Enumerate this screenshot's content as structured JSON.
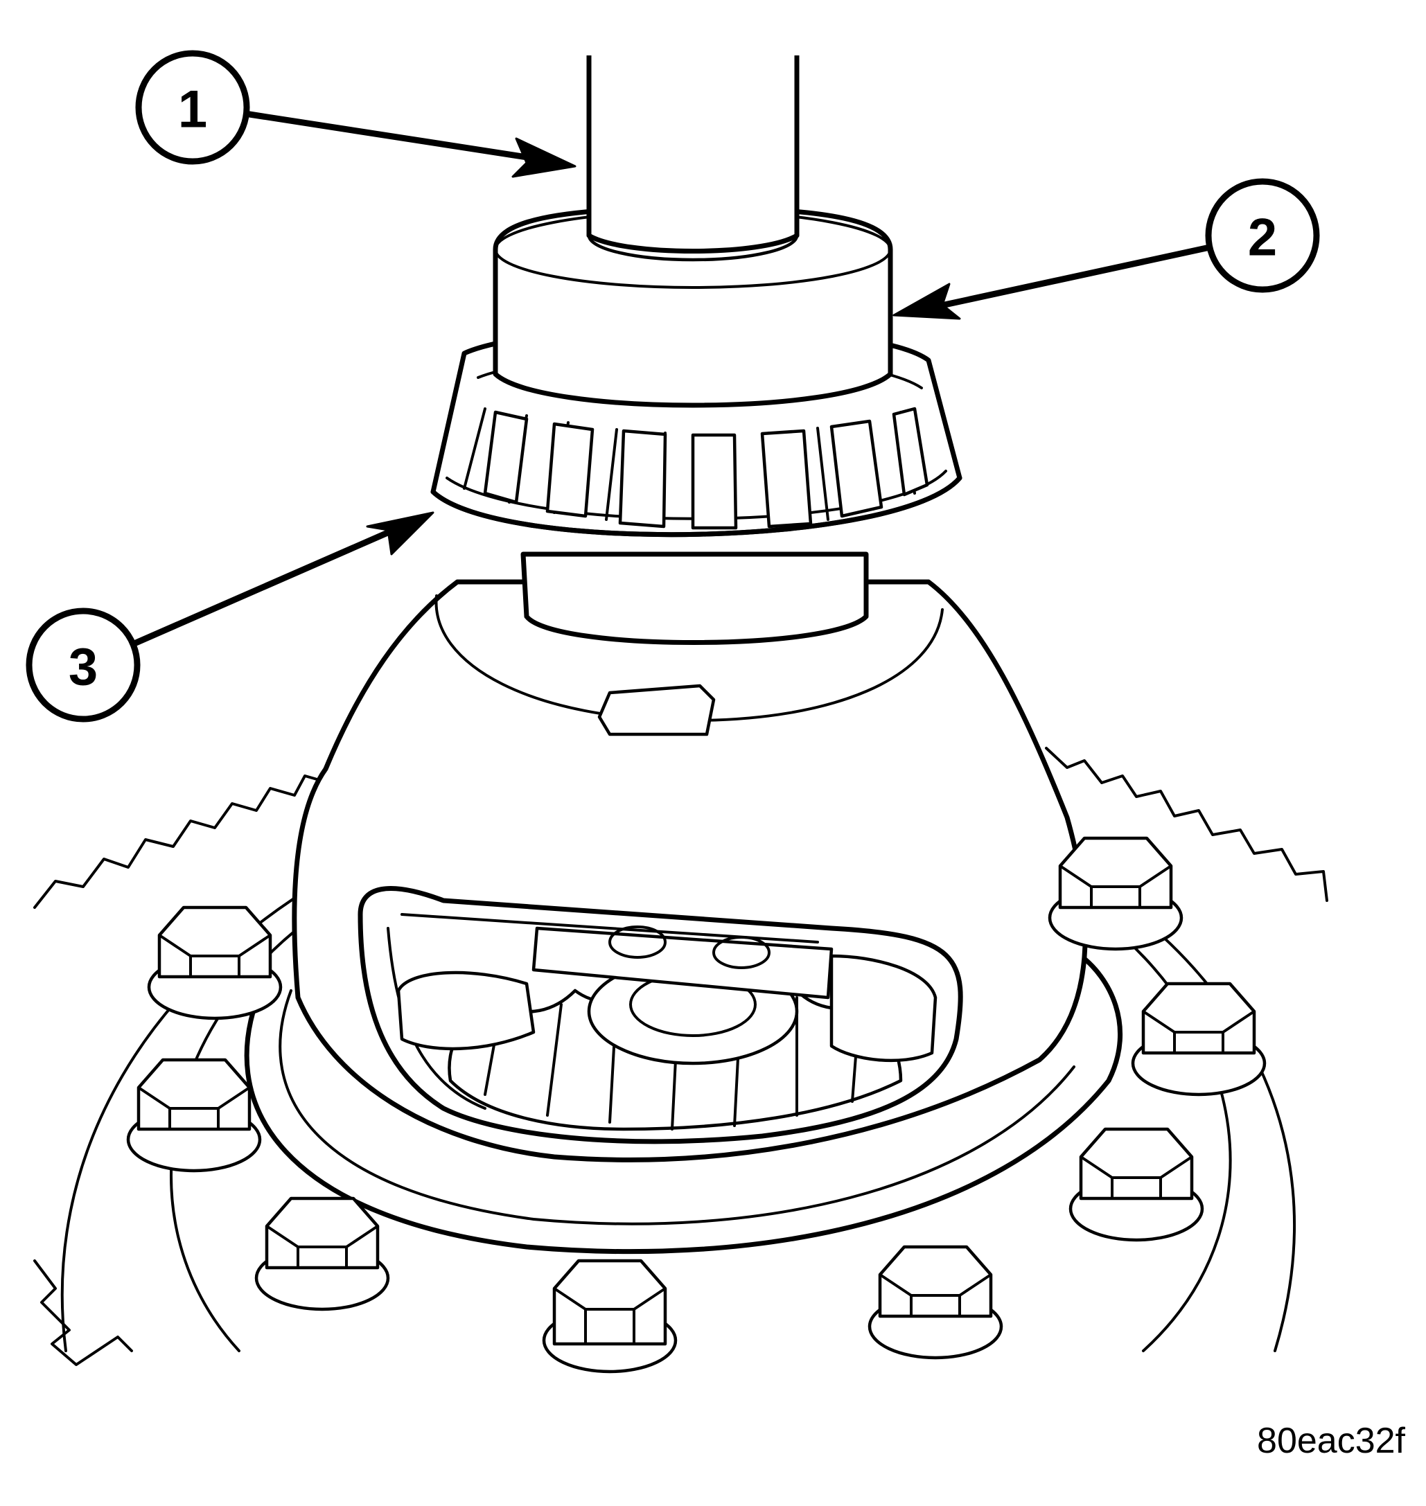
{
  "diagram": {
    "callouts": [
      {
        "id": "1",
        "label": "1"
      },
      {
        "id": "2",
        "label": "2"
      },
      {
        "id": "3",
        "label": "3"
      }
    ],
    "figure_id": "80eac32f"
  }
}
